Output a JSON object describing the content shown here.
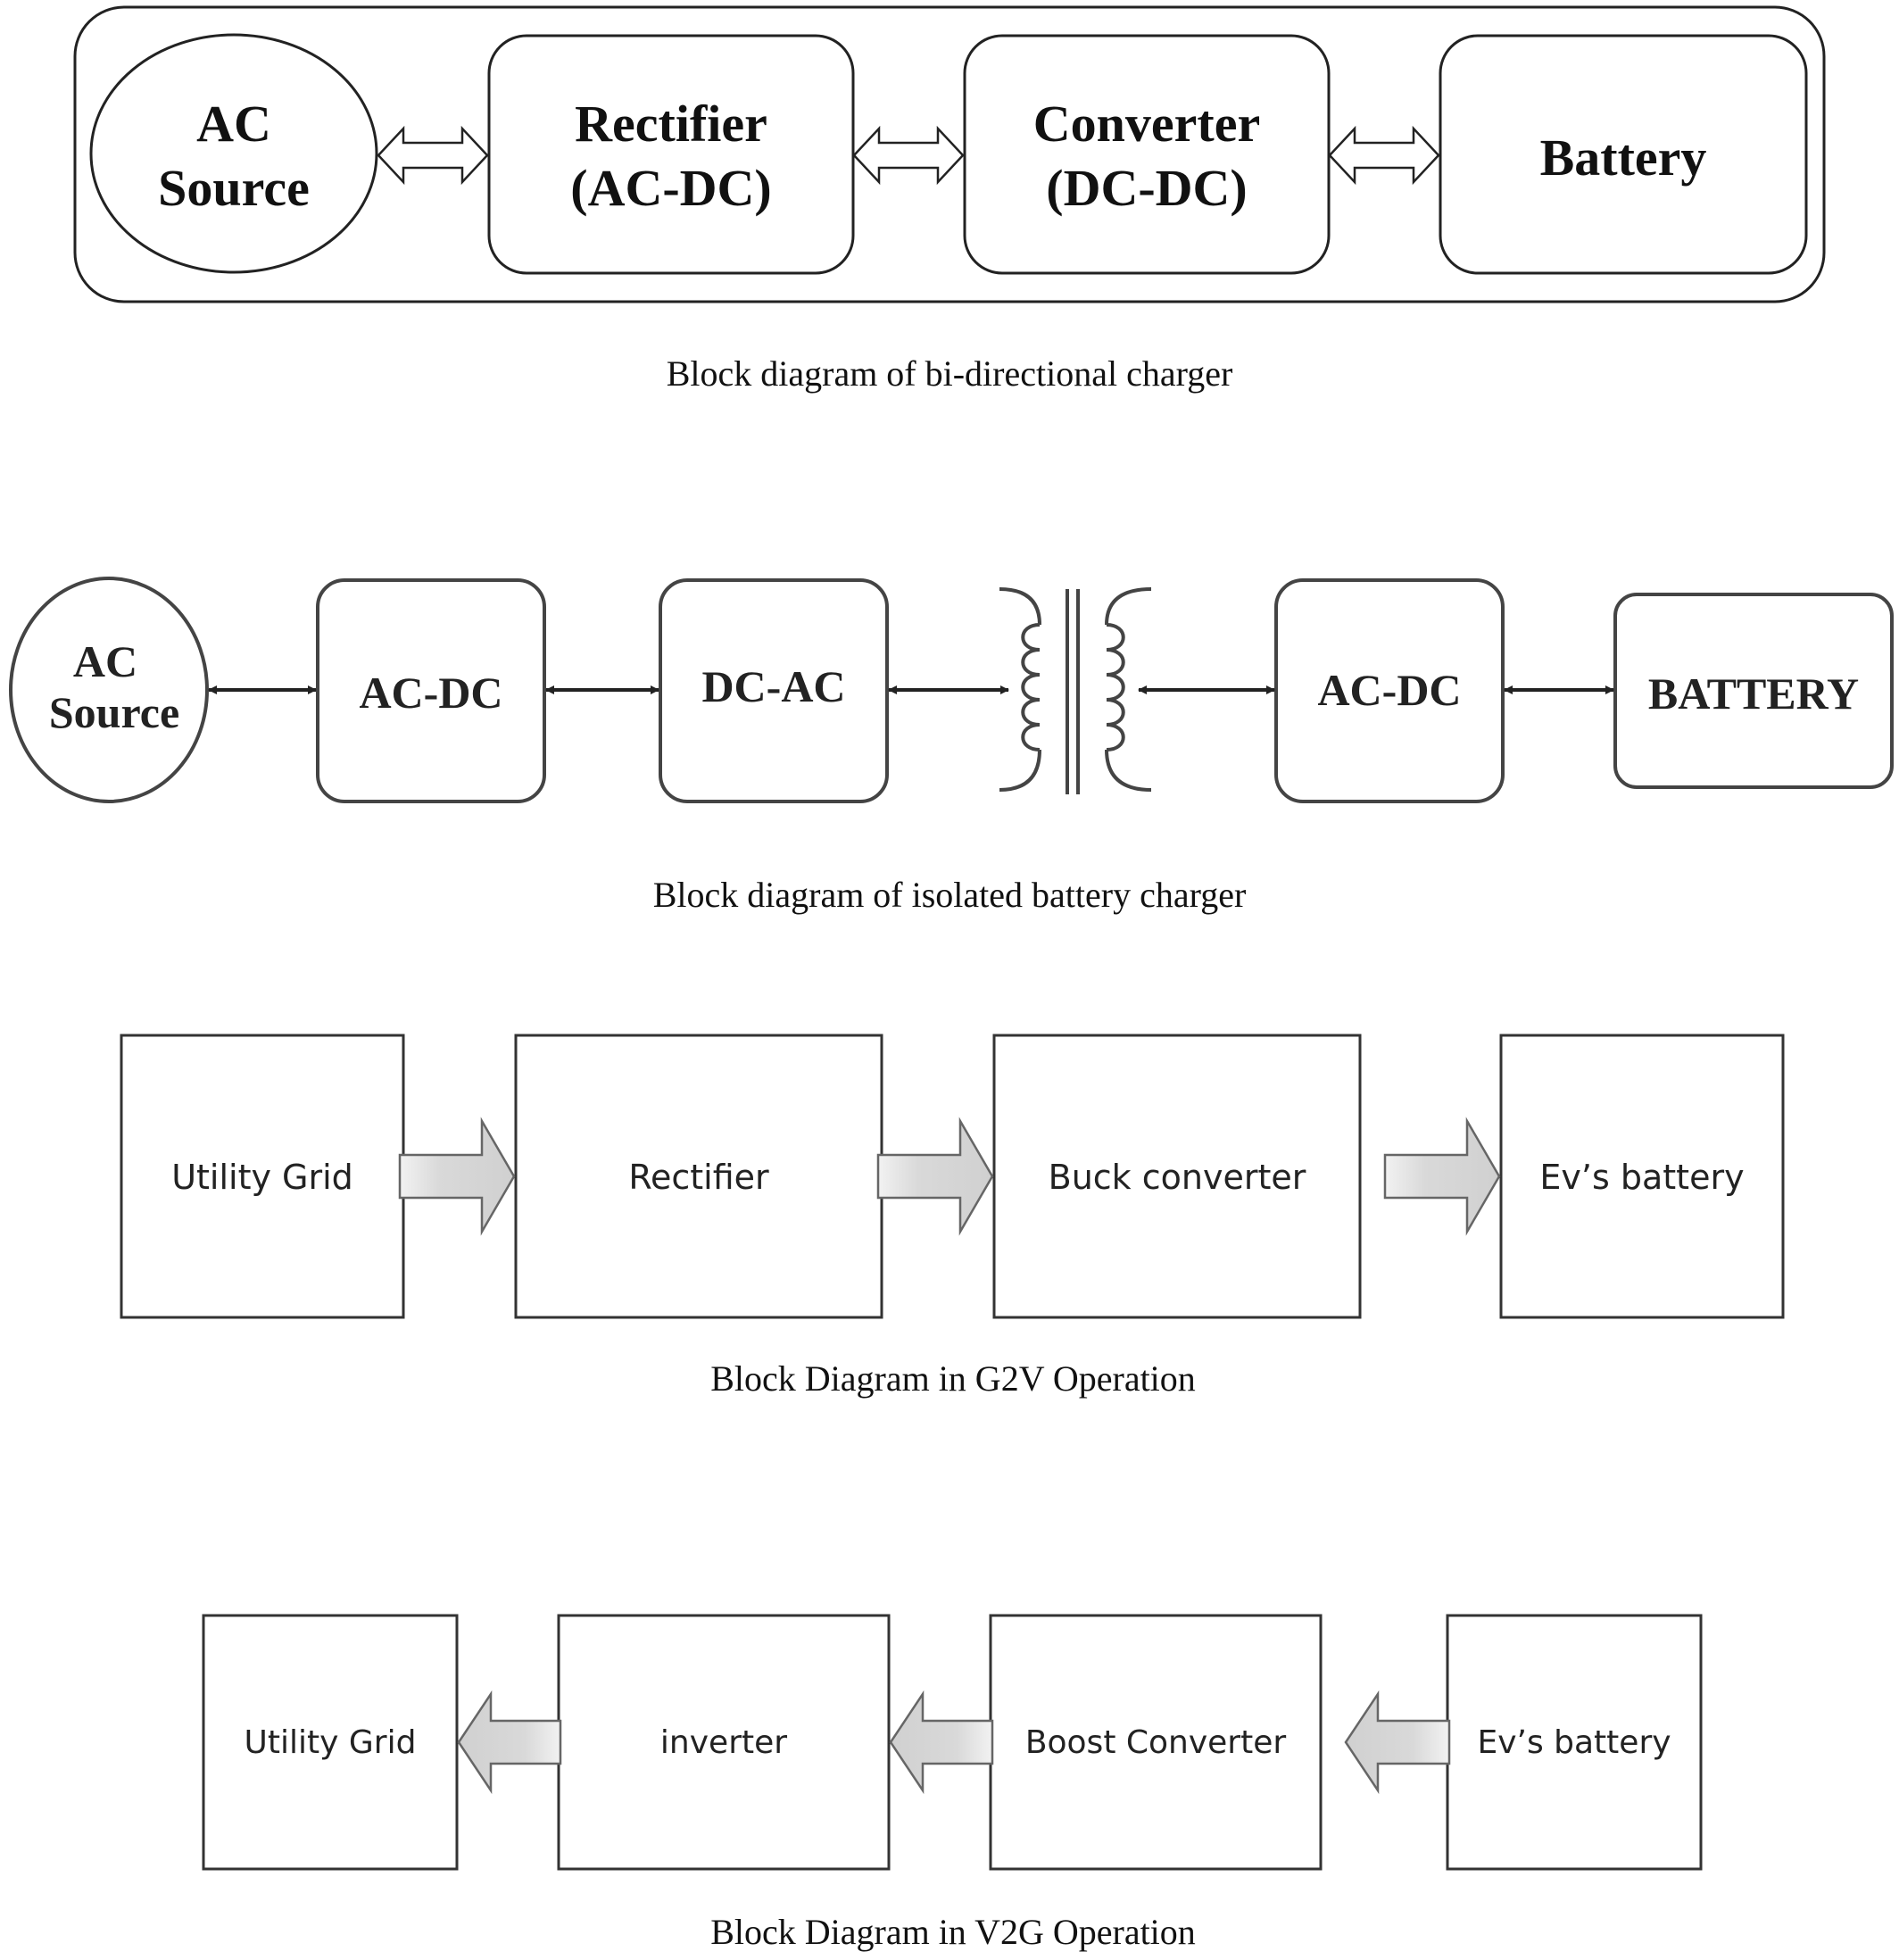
{
  "diagram1": {
    "blocks": {
      "ac_source": [
        "AC",
        "Source"
      ],
      "rectifier": [
        "Rectifier",
        "(AC-DC)"
      ],
      "converter": [
        "Converter",
        "(DC-DC)"
      ],
      "battery": "Battery"
    },
    "caption": "Block diagram of bi-directional charger"
  },
  "diagram2": {
    "blocks": {
      "ac_source": [
        "AC",
        "Source"
      ],
      "ac_dc_1": "AC-DC",
      "dc_ac": "DC-AC",
      "ac_dc_2": "AC-DC",
      "battery": "BATTERY"
    },
    "caption": "Block diagram of isolated battery charger"
  },
  "diagram3": {
    "blocks": {
      "utility_grid": "Utility Grid",
      "rectifier": "Rectifier",
      "buck_converter": "Buck converter",
      "ev_battery": "Ev’s battery"
    },
    "caption": "Block Diagram in G2V Operation"
  },
  "diagram4": {
    "blocks": {
      "utility_grid": "Utility Grid",
      "inverter": "inverter",
      "boost_converter": "Boost Converter",
      "ev_battery": "Ev’s battery"
    },
    "caption": "Block Diagram in V2G Operation"
  }
}
